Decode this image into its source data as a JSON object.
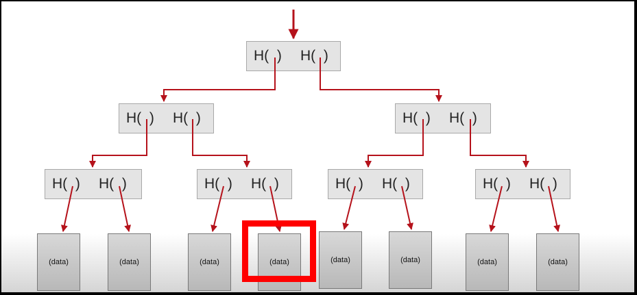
{
  "diagram": {
    "hash_label": "H(  )",
    "leaf_label": "(data)",
    "arrow_color": "#b5121b",
    "highlight_color": "#ff0000",
    "tree": {
      "root": {
        "left": "H(  )",
        "right": "H(  )"
      },
      "level1": [
        {
          "left": "H(  )",
          "right": "H(  )"
        },
        {
          "left": "H(  )",
          "right": "H(  )"
        }
      ],
      "level2": [
        {
          "left": "H(  )",
          "right": "H(  )"
        },
        {
          "left": "H(  )",
          "right": "H(  )"
        },
        {
          "left": "H(  )",
          "right": "H(  )"
        },
        {
          "left": "H(  )",
          "right": "H(  )"
        }
      ],
      "leaves": [
        "(data)",
        "(data)",
        "(data)",
        "(data)",
        "(data)",
        "(data)",
        "(data)",
        "(data)"
      ],
      "highlighted_leaf_index": 3
    }
  }
}
